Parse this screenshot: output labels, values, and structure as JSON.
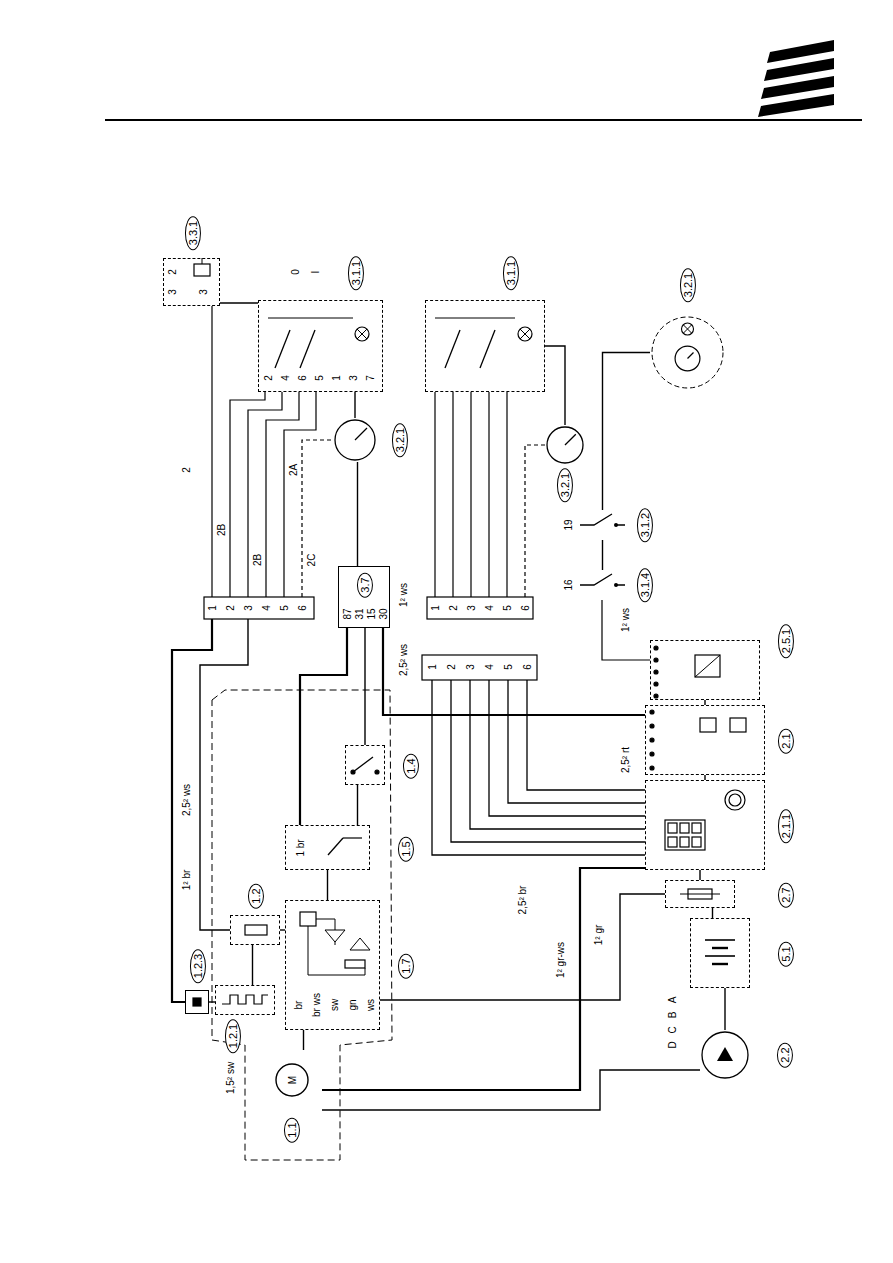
{
  "diagram": {
    "nodes": [
      {
        "text": [
          "3.3.1"
        ]
      },
      {
        "text": [
          "3.1.1"
        ]
      },
      {
        "text": [
          "3.2.1"
        ]
      },
      {
        "text": [
          "3.1.1"
        ]
      },
      {
        "text": [
          "3.2.1"
        ]
      },
      {
        "text": [
          "3.2.1"
        ]
      },
      {
        "text": [
          "3.1.2"
        ]
      },
      {
        "text": [
          "3.1.4"
        ]
      },
      {
        "text": [
          "3.7"
        ]
      },
      {
        "text": [
          "2.5.1"
        ]
      },
      {
        "text": [
          "2.1"
        ]
      },
      {
        "text": [
          "2.1.1"
        ]
      },
      {
        "text": [
          "1.4"
        ]
      },
      {
        "text": [
          "1.5"
        ]
      },
      {
        "text": [
          "1.2"
        ]
      },
      {
        "text": [
          "1.7"
        ]
      },
      {
        "text": [
          "2.7"
        ]
      },
      {
        "text": [
          "5.1"
        ]
      },
      {
        "text": [
          "1.2.3"
        ]
      },
      {
        "text": [
          "1.2.1"
        ]
      },
      {
        "text": [
          "1.1"
        ]
      },
      {
        "text": [
          "2.2"
        ]
      }
    ],
    "edges": [
      {
        "from": 0,
        "to": 1,
        "arrow": "none"
      },
      {
        "from": 1,
        "to": 2,
        "arrow": "none"
      },
      {
        "from": 2,
        "to": 8,
        "arrow": "none"
      },
      {
        "from": 3,
        "to": 4,
        "arrow": "none"
      },
      {
        "from": 5,
        "to": 6,
        "arrow": "none"
      },
      {
        "from": 6,
        "to": 7,
        "arrow": "none"
      },
      {
        "from": 8,
        "to": 12,
        "arrow": "none"
      },
      {
        "from": 12,
        "to": 13,
        "arrow": "none"
      },
      {
        "from": 13,
        "to": 15,
        "arrow": "none"
      },
      {
        "from": 14,
        "to": 15,
        "arrow": "none"
      },
      {
        "from": 19,
        "to": 14,
        "arrow": "none"
      },
      {
        "from": 18,
        "to": 19,
        "arrow": "none"
      },
      {
        "from": 20,
        "to": 15,
        "arrow": "none"
      },
      {
        "from": 9,
        "to": 10,
        "arrow": "none"
      },
      {
        "from": 10,
        "to": 11,
        "arrow": "none"
      },
      {
        "from": 11,
        "to": 16,
        "arrow": "none"
      },
      {
        "from": 16,
        "to": 17,
        "arrow": "none"
      },
      {
        "from": 17,
        "to": 21,
        "arrow": "none"
      }
    ],
    "labels": [
      "2",
      "2A",
      "2B",
      "2B",
      "2C",
      "0",
      "I",
      "1",
      "2",
      "3",
      "4",
      "5",
      "6",
      "2",
      "4",
      "6",
      "5",
      "1",
      "3",
      "7",
      "2",
      "3",
      "3",
      "1",
      "2",
      "3",
      "4",
      "5",
      "6",
      "87",
      "31",
      "15",
      "30",
      "1",
      "2",
      "3",
      "4",
      "5",
      "6",
      "19",
      "16",
      "1 br",
      "br",
      "br ws",
      "sw",
      "gn",
      "ws",
      "M",
      "2,5² ws",
      "1² br",
      "2,5² br",
      "1² gr",
      "1² gr-ws",
      "2,5² rt",
      "1² ws",
      "A",
      "B",
      "C",
      "D",
      "1,5² sw",
      "1² ws",
      "2,5² ws"
    ]
  }
}
